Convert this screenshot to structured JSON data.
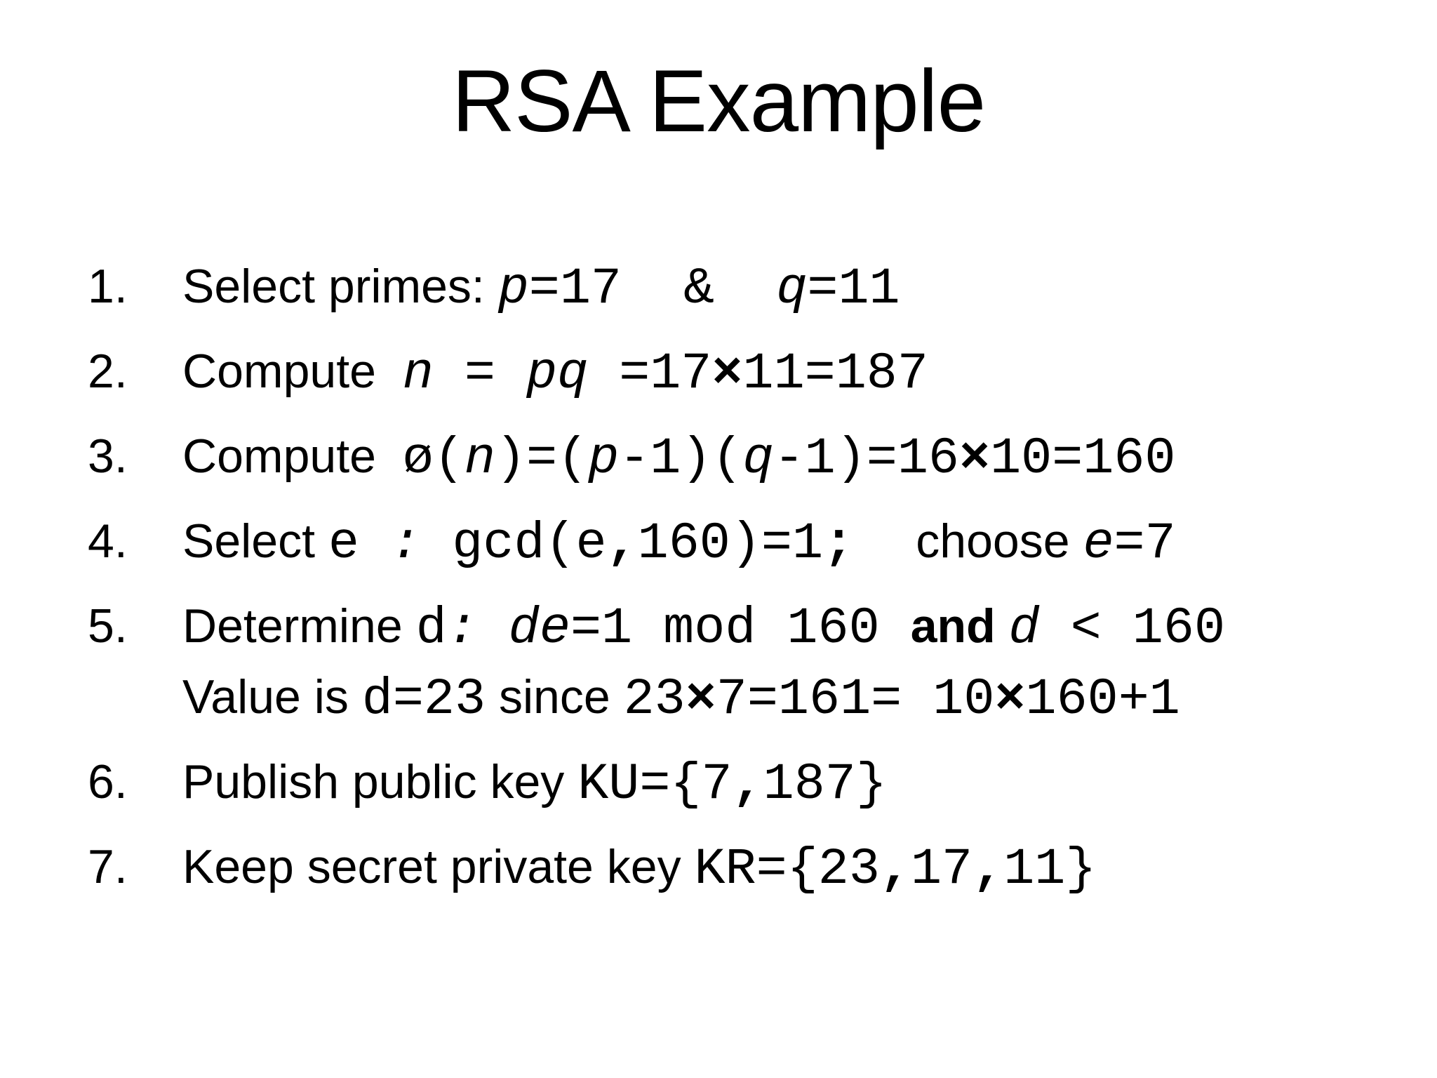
{
  "title": "RSA Example",
  "colors": {
    "background": "#ffffff",
    "text": "#000000"
  },
  "steps": [
    {
      "num": "1.",
      "lines": [
        [
          {
            "t": "Select primes: ",
            "s": "sans"
          },
          {
            "t": "p",
            "s": "mi"
          },
          {
            "t": "=17  &  ",
            "s": "m"
          },
          {
            "t": "q",
            "s": "mi"
          },
          {
            "t": "=11",
            "s": "m"
          }
        ]
      ]
    },
    {
      "num": "2.",
      "lines": [
        [
          {
            "t": "Compute  ",
            "s": "sans"
          },
          {
            "t": "n",
            "s": "mi"
          },
          {
            "t": " = ",
            "s": "m"
          },
          {
            "t": "pq",
            "s": "mi"
          },
          {
            "t": " =17",
            "s": "m"
          },
          {
            "t": "×",
            "s": "mb"
          },
          {
            "t": "11=187",
            "s": "m"
          }
        ]
      ]
    },
    {
      "num": "3.",
      "lines": [
        [
          {
            "t": "Compute  ",
            "s": "sans"
          },
          {
            "t": "ø(",
            "s": "m"
          },
          {
            "t": "n",
            "s": "mi"
          },
          {
            "t": ")=(",
            "s": "m"
          },
          {
            "t": "p",
            "s": "mi"
          },
          {
            "t": "-1)(",
            "s": "m"
          },
          {
            "t": "q",
            "s": "mi"
          },
          {
            "t": "-1)=16",
            "s": "m"
          },
          {
            "t": "×",
            "s": "mb"
          },
          {
            "t": "10=160",
            "s": "m"
          }
        ]
      ]
    },
    {
      "num": "4.",
      "lines": [
        [
          {
            "t": "Select ",
            "s": "sans"
          },
          {
            "t": "e",
            "s": "m"
          },
          {
            "t": " : ",
            "s": "mi"
          },
          {
            "t": "gcd(e",
            "s": "m"
          },
          {
            "t": ",",
            "s": "mb"
          },
          {
            "t": "160)=1",
            "s": "m"
          },
          {
            "t": ";",
            "s": "mb"
          },
          {
            "t": "  ",
            "s": "m"
          },
          {
            "t": "choose ",
            "s": "sans"
          },
          {
            "t": "e",
            "s": "mi"
          },
          {
            "t": "=7",
            "s": "m"
          }
        ]
      ]
    },
    {
      "num": "5.",
      "lines": [
        [
          {
            "t": "Determine ",
            "s": "sans"
          },
          {
            "t": "d",
            "s": "m"
          },
          {
            "t": ":",
            "s": "mi"
          },
          {
            "t": " ",
            "s": "m"
          },
          {
            "t": "de",
            "s": "mi"
          },
          {
            "t": "=1 mod 160 ",
            "s": "m"
          },
          {
            "t": "and ",
            "s": "sb"
          },
          {
            "t": "d",
            "s": "mi"
          },
          {
            "t": " < 160",
            "s": "m"
          }
        ],
        [
          {
            "t": "Value is ",
            "s": "sans"
          },
          {
            "t": "d=23",
            "s": "m"
          },
          {
            "t": " since ",
            "s": "sans"
          },
          {
            "t": "23",
            "s": "m"
          },
          {
            "t": "×",
            "s": "mb"
          },
          {
            "t": "7=161= 10",
            "s": "m"
          },
          {
            "t": "×",
            "s": "mb"
          },
          {
            "t": "160+1",
            "s": "m"
          }
        ]
      ]
    },
    {
      "num": "6.",
      "lines": [
        [
          {
            "t": "Publish public key ",
            "s": "sans"
          },
          {
            "t": "KU={7",
            "s": "m"
          },
          {
            "t": ",",
            "s": "mb"
          },
          {
            "t": "187}",
            "s": "m"
          }
        ]
      ]
    },
    {
      "num": "7.",
      "lines": [
        [
          {
            "t": "Keep secret private key ",
            "s": "sans"
          },
          {
            "t": "KR={23",
            "s": "m"
          },
          {
            "t": ",",
            "s": "mb"
          },
          {
            "t": "17",
            "s": "m"
          },
          {
            "t": ",",
            "s": "mb"
          },
          {
            "t": "11}",
            "s": "m"
          }
        ]
      ]
    }
  ]
}
